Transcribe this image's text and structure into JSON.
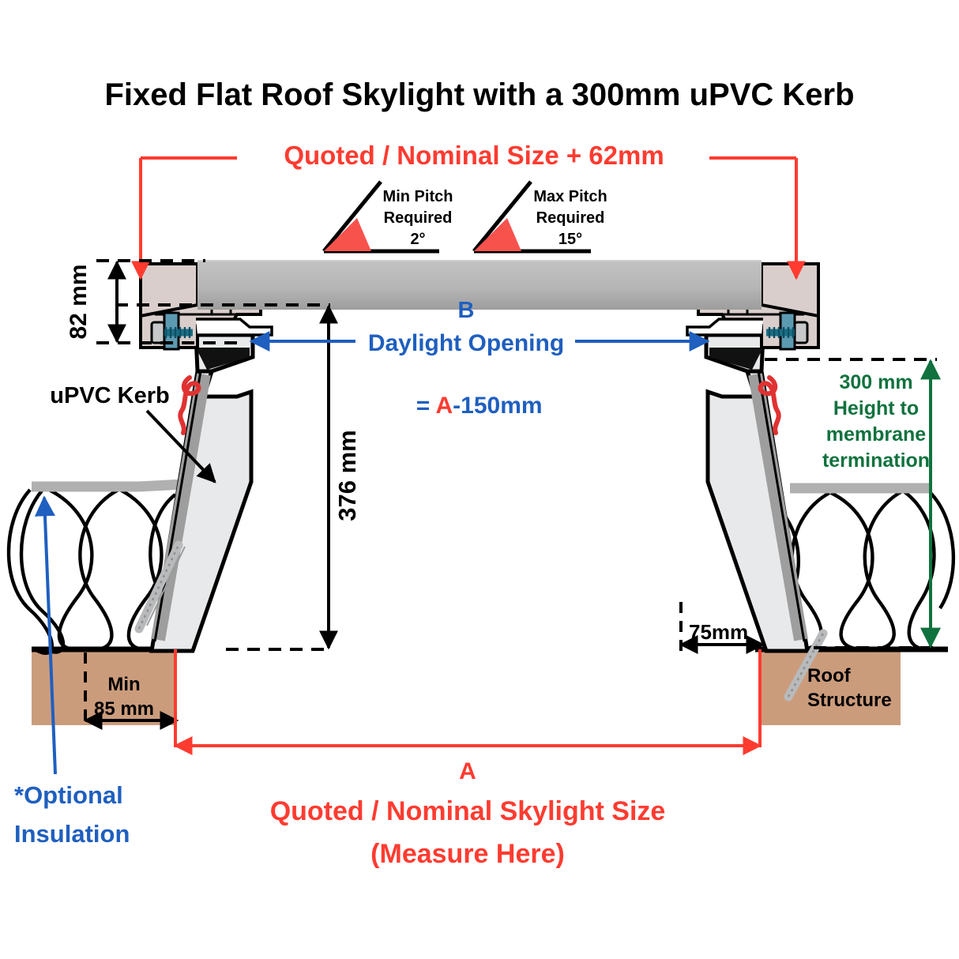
{
  "title": "Fixed Flat Roof Skylight with a 300mm uPVC Kerb",
  "colors": {
    "red": "#FF3B30",
    "blue": "#1F5FBF",
    "green": "#10723E",
    "black": "#000000",
    "roof_structure": "#CB9C7C",
    "kerb_body": "#E8E9EA",
    "frame": "#D9CECB",
    "glass_top": "#BCBCBC",
    "glass_bottom": "#A2A2A2",
    "membrane": "#B0B0B0",
    "seal_red": "#E03232",
    "glazing_bar": "#4E8FA8"
  },
  "top_dimension": {
    "label": "Quoted / Nominal Size + 62mm"
  },
  "pitch": {
    "min": {
      "line1": "Min Pitch",
      "line2": "Required",
      "value": "2°"
    },
    "max": {
      "line1": "Max Pitch",
      "line2": "Required",
      "value": "15°"
    }
  },
  "dimensions": {
    "height_82": "82 mm",
    "height_376": "376 mm",
    "min_85_line1": "Min",
    "min_85_line2": "85 mm",
    "width_75": "75mm"
  },
  "daylight": {
    "letter": "B",
    "label": "Daylight Opening",
    "formula_prefix": "= ",
    "formula_letter": "A",
    "formula_suffix": "-150mm"
  },
  "kerb_callout": {
    "label": "uPVC Kerb"
  },
  "membrane_note": {
    "line1": "300 mm",
    "line2": "Height to",
    "line3": "membrane",
    "line4": "termination"
  },
  "roof_structure": {
    "line1": "Roof",
    "line2": "Structure"
  },
  "insulation_note": {
    "line1": "*Optional",
    "line2": "Insulation"
  },
  "bottom_dimension": {
    "letter": "A",
    "line1": "Quoted / Nominal Skylight Size",
    "line2": "(Measure Here)"
  },
  "chart_data": {
    "type": "diagram",
    "title": "Fixed Flat Roof Skylight with a 300mm uPVC Kerb",
    "annotations": [
      {
        "name": "overall-width",
        "text": "Quoted / Nominal Size + 62mm",
        "color": "#FF3B30"
      },
      {
        "name": "frame-height",
        "text": "82 mm",
        "color": "#000000"
      },
      {
        "name": "total-height",
        "text": "376 mm",
        "color": "#000000"
      },
      {
        "name": "daylight-opening",
        "text": "B Daylight Opening = A-150mm",
        "color": "#1F5FBF"
      },
      {
        "name": "kerb-height",
        "text": "300 mm Height to membrane termination",
        "color": "#10723E"
      },
      {
        "name": "bearing-min",
        "text": "Min 85 mm",
        "color": "#000000"
      },
      {
        "name": "kerb-foot-width",
        "text": "75mm",
        "color": "#000000"
      },
      {
        "name": "nominal-size",
        "text": "A Quoted / Nominal Skylight Size (Measure Here)",
        "color": "#FF3B30"
      },
      {
        "name": "min-pitch",
        "text": "Min Pitch Required 2°",
        "color": "#000000"
      },
      {
        "name": "max-pitch",
        "text": "Max Pitch Required 15°",
        "color": "#000000"
      }
    ]
  }
}
